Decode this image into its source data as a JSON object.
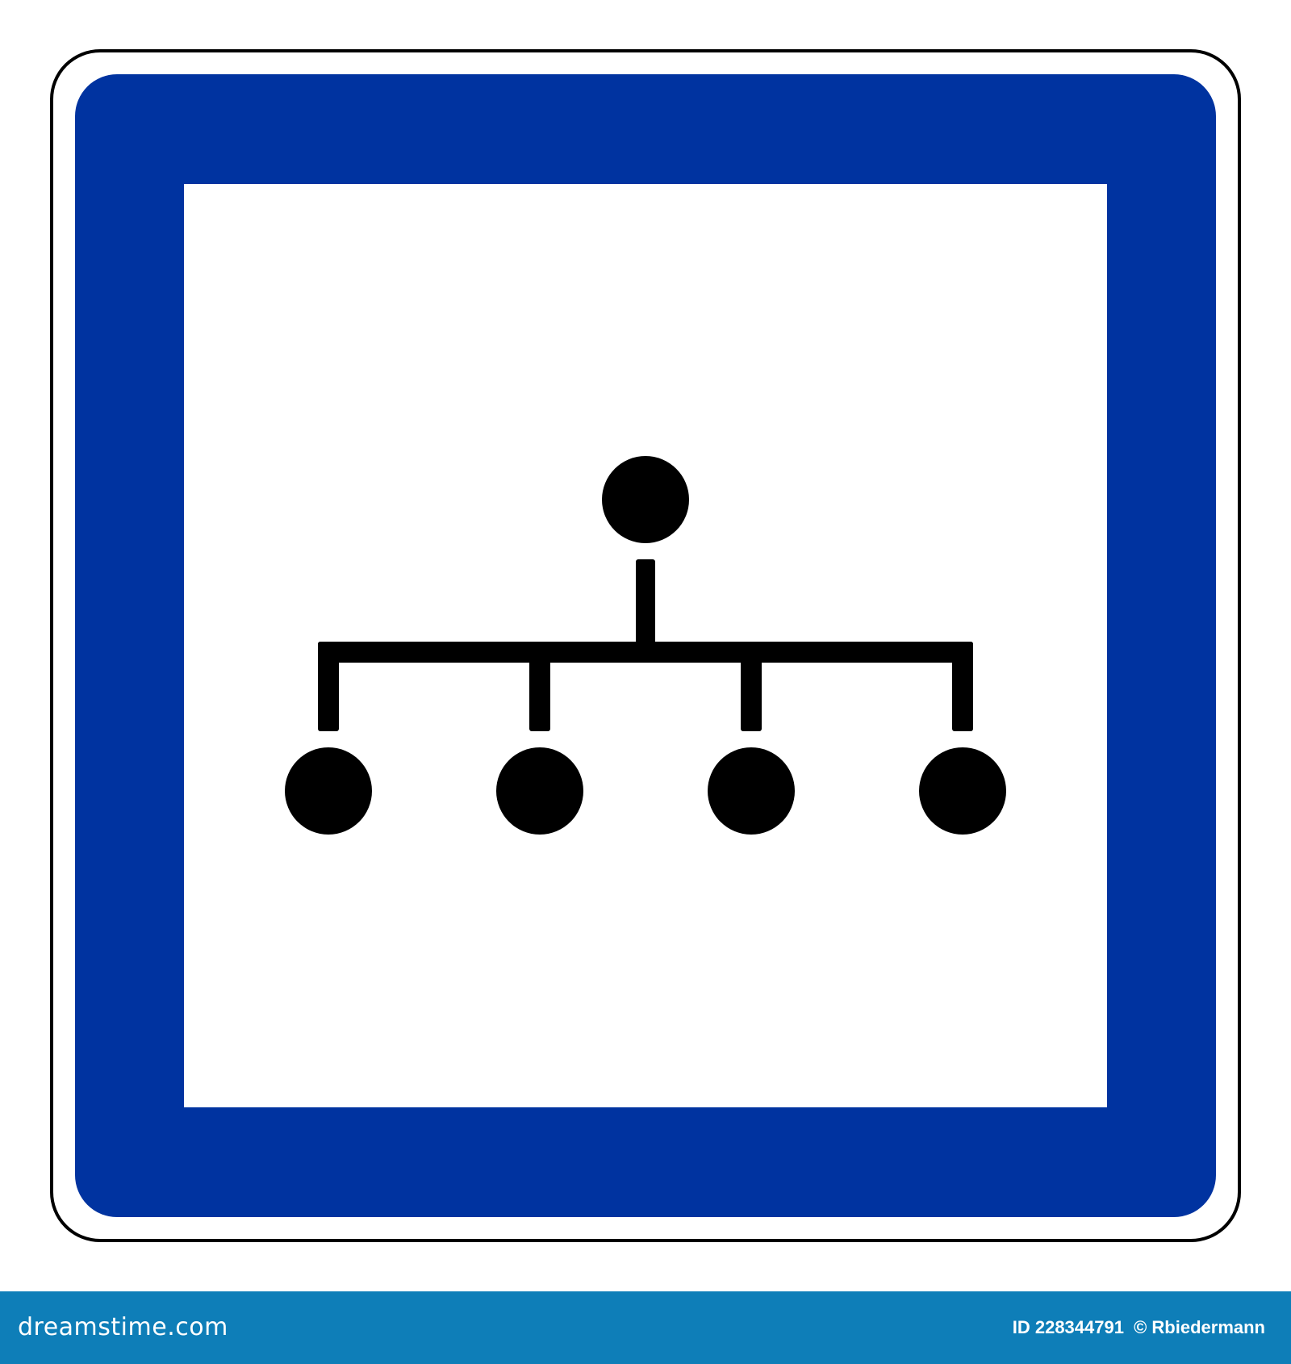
{
  "colors": {
    "sign_blue": "#0033a0",
    "sign_white": "#ffffff",
    "symbol_black": "#000000",
    "footer_blue": "#0e7eb8"
  },
  "sign": {
    "symbol": "hierarchy-tree-icon",
    "child_nodes": 4
  },
  "footer": {
    "brand": "dreamstime.com",
    "image_id": "ID 228344791",
    "copyright": "© Rbiedermann"
  }
}
